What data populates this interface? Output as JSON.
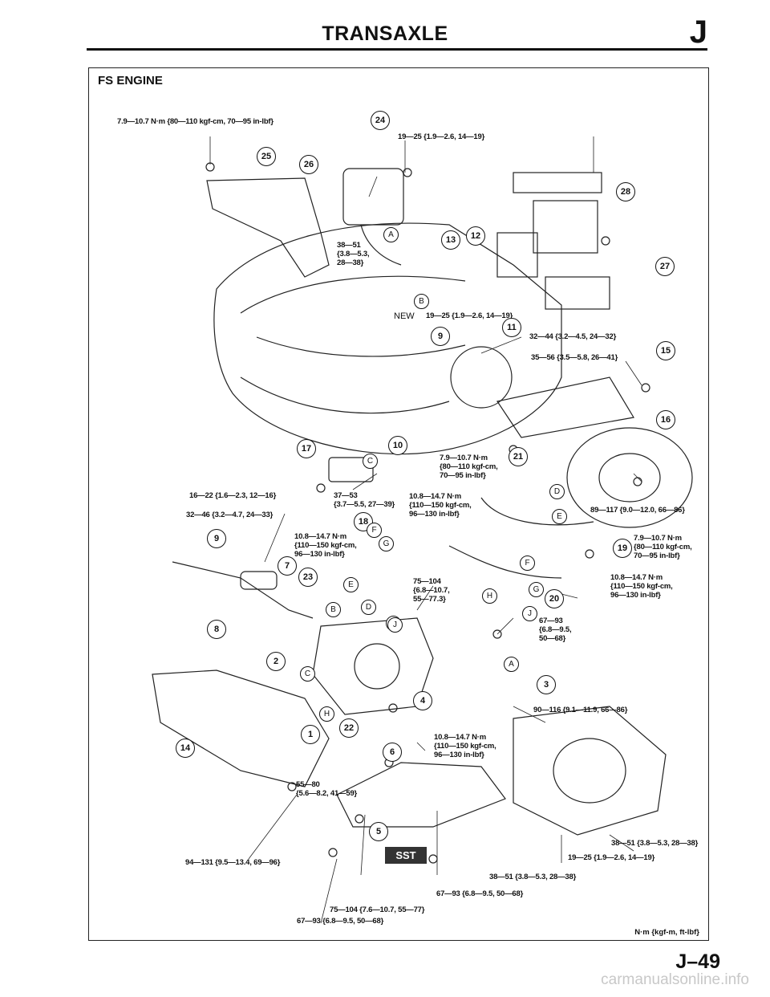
{
  "header": {
    "title": "TRANSAXLE",
    "section_letter": "J"
  },
  "section_title": "FS ENGINE",
  "callouts": [
    {
      "id": "torque-top-left",
      "text": "7.9—10.7 N·m {80—110 kgf-cm, 70—95 in-lbf}"
    },
    {
      "id": "torque-top-center",
      "text": "19—25 {1.9—2.6, 14—19}"
    },
    {
      "id": "torque-38-51-upper",
      "text": "38—51\n{3.8—5.3,\n28—38}"
    },
    {
      "id": "torque-19-25-mid",
      "text": "19—25 {1.9—2.6, 14—19}"
    },
    {
      "id": "torque-32-44",
      "text": "32—44 {3.2—4.5, 24—32}"
    },
    {
      "id": "torque-35-56",
      "text": "35—56 {3.5—5.8, 26—41}"
    },
    {
      "id": "torque-7-9-mid",
      "text": "7.9—10.7 N·m\n{80—110 kgf-cm,\n70—95 in-lbf}"
    },
    {
      "id": "torque-16-22",
      "text": "16—22 {1.6—2.3, 12—16}"
    },
    {
      "id": "torque-37-53",
      "text": "37—53\n{3.7—5.5, 27—39}"
    },
    {
      "id": "torque-10-8-mid",
      "text": "10.8—14.7 N·m\n{110—150 kgf-cm,\n96—130 in-lbf}"
    },
    {
      "id": "torque-89-117",
      "text": "89—117 {9.0—12.0, 66—86}"
    },
    {
      "id": "torque-32-46",
      "text": "32—46 {3.2—4.7, 24—33}"
    },
    {
      "id": "torque-10-8-left",
      "text": "10.8—14.7 N·m\n{110—150 kgf-cm,\n96—130 in-lbf}"
    },
    {
      "id": "torque-7-9-right",
      "text": "7.9—10.7 N·m\n{80—110 kgf-cm,\n70—95 in-lbf}"
    },
    {
      "id": "torque-75-104",
      "text": "75—104\n{6.8—10.7,\n55—77.3}"
    },
    {
      "id": "torque-10-8-right",
      "text": "10.8—14.7 N·m\n{110—150 kgf-cm,\n96—130 in-lbf}"
    },
    {
      "id": "torque-67-93-right",
      "text": "67—93\n{6.8—9.5,\n50—68}"
    },
    {
      "id": "torque-90-116",
      "text": "90—116 {9.1—11.9, 66—86}"
    },
    {
      "id": "torque-10-8-lower",
      "text": "10.8—14.7 N·m\n{110—150 kgf-cm,\n96—130 in-lbf}"
    },
    {
      "id": "torque-55-80",
      "text": "55—80\n{5.6—8.2, 41—59}"
    },
    {
      "id": "torque-38-51-lower-right",
      "text": "38—51 {3.8—5.3, 28—38}"
    },
    {
      "id": "torque-19-25-lower-right",
      "text": "19—25 {1.9—2.6, 14—19}"
    },
    {
      "id": "torque-94-131",
      "text": "94—131 {9.5—13.4, 69—96}"
    },
    {
      "id": "torque-38-51-bottom",
      "text": "38—51 {3.8—5.3, 28—38}"
    },
    {
      "id": "torque-67-93-bottom",
      "text": "67—93 {6.8—9.5, 50—68}"
    },
    {
      "id": "torque-75-104-bottom",
      "text": "75—104 {7.6—10.7, 55—77}"
    },
    {
      "id": "torque-67-93-bottom-left",
      "text": "67—93 {6.8—9.5, 50—68}"
    }
  ],
  "part_numbers": [
    "24",
    "25",
    "26",
    "12",
    "13",
    "28",
    "27",
    "11",
    "9",
    "15",
    "16",
    "10",
    "17",
    "21",
    "18",
    "19",
    "9",
    "7",
    "23",
    "20",
    "8",
    "2",
    "3",
    "4",
    "14",
    "1",
    "22",
    "6",
    "5"
  ],
  "ref_letters": [
    "A",
    "B",
    "C",
    "D",
    "E",
    "F",
    "G",
    "E",
    "F",
    "H",
    "G",
    "J",
    "B",
    "D",
    "E",
    "C",
    "A",
    "H",
    "J"
  ],
  "new_label": "NEW",
  "sst_label": "SST",
  "units_note": "N·m {kgf-m, ft-lbf}",
  "page_number": "J–49",
  "watermark": "carmanualsonline.info"
}
